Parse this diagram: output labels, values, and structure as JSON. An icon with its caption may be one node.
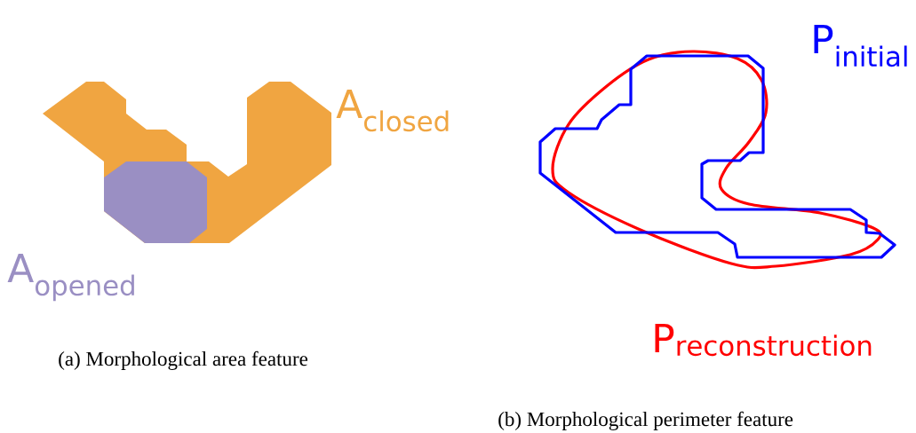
{
  "diagram": {
    "labels": [
      "A$_{closed}$",
      "A$_{opened}$",
      "(a) Morphological area feature",
      "P$_{initial}$",
      "\\mathrm{P}_{\\mathrm{reconstruction}}",
      "(b) Morphological perimeter feature"
    ]
  }
}
